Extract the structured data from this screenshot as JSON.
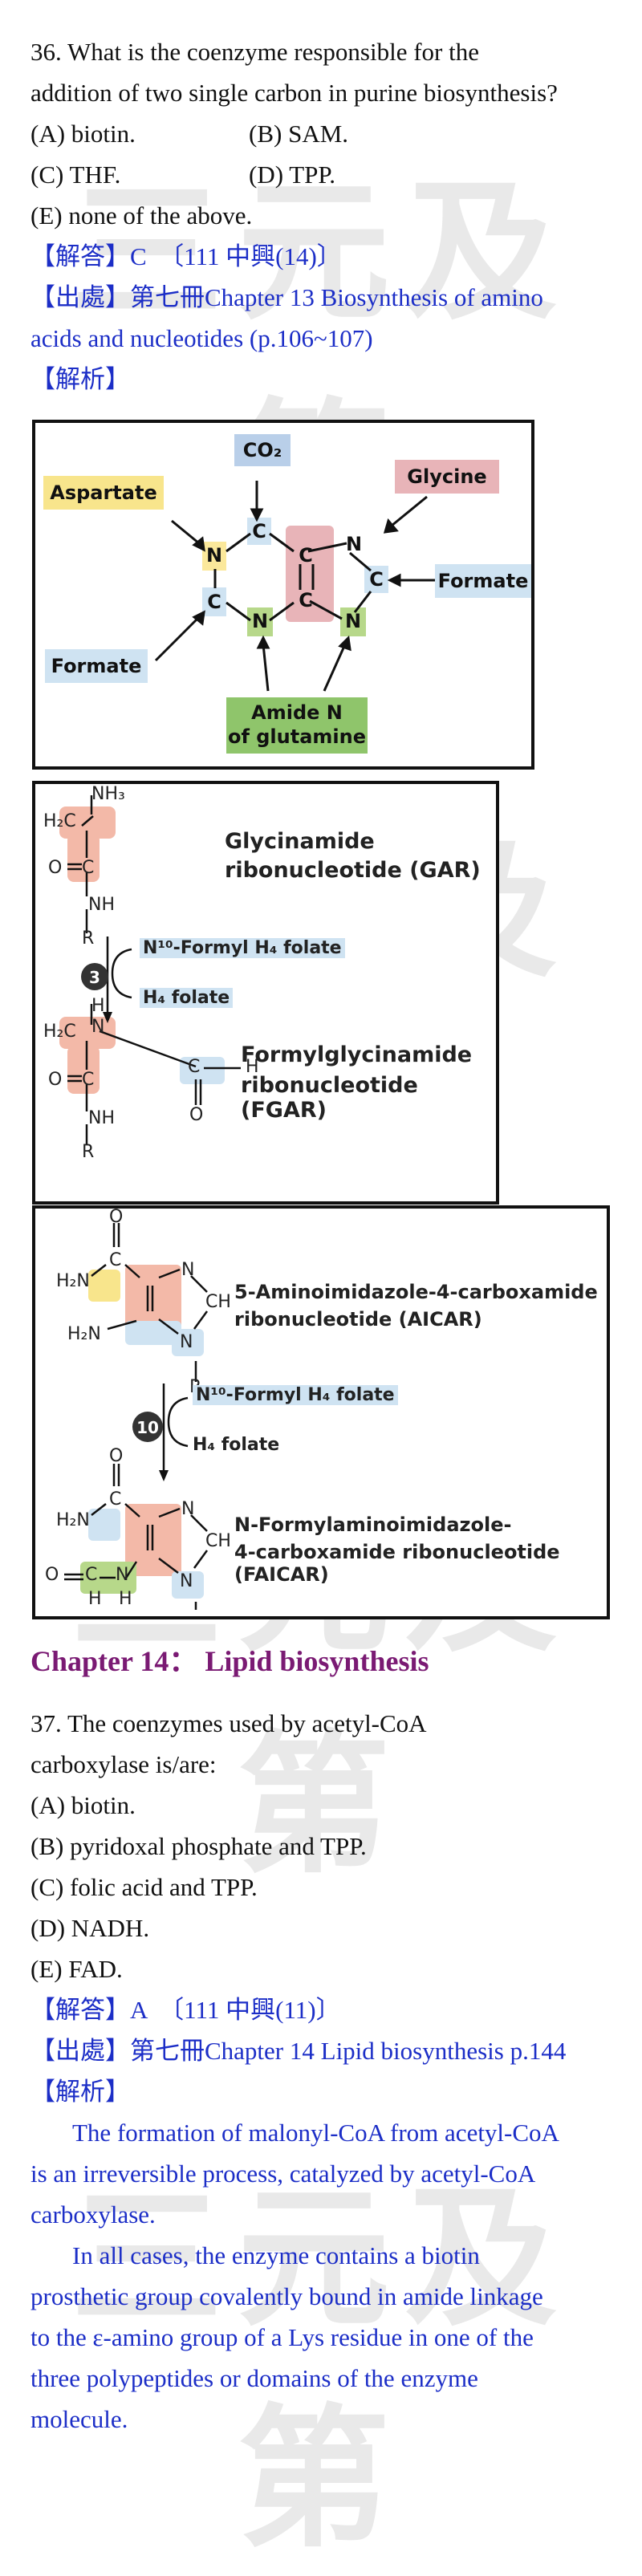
{
  "watermark": "三元及第",
  "q36": {
    "line1": "36. What is the coenzyme responsible for the",
    "line2": "addition of two single carbon in purine biosynthesis?",
    "opt_a": "(A) biotin.",
    "opt_b": "(B) SAM.",
    "opt_c": "(C) THF.",
    "opt_d": "(D) TPP.",
    "opt_e": "(E) none of the above.",
    "answer": "【解答】C　〔111 中興(14)〕",
    "source1": "【出處】第七冊Chapter 13 Biosynthesis of amino",
    "source2": "acids and nucleotides (p.106~107)",
    "analysis": "【解析】"
  },
  "fig1": {
    "co2": "CO₂",
    "aspartate": "Aspartate",
    "glycine": "Glycine",
    "formate_right": "Formate",
    "formate_left": "Formate",
    "amide1": "Amide N",
    "amide2": "of glutamine",
    "atom_n": "N",
    "atom_c": "C"
  },
  "fig2": {
    "gar1": "Glycinamide",
    "gar2": "ribonucleotide (GAR)",
    "step": "3",
    "cofactor_in": "N¹⁰-Formyl H₄ folate",
    "cofactor_out": "H₄ folate",
    "fgar1": "Formylglycinamide",
    "fgar2": "ribonucleotide (FGAR)"
  },
  "fig3": {
    "aicar1": "5-Aminoimidazole-4-carboxamide",
    "aicar2": "ribonucleotide (AICAR)",
    "step": "10",
    "cofactor_in": "N¹⁰-Formyl H₄ folate",
    "cofactor_out": "H₄ folate",
    "faicar1": "N-Formylaminoimidazole-",
    "faicar2": "4-carboxamide ribonucleotide (FAICAR)"
  },
  "chapter14": "Chapter 14：  Lipid biosynthesis",
  "q37": {
    "line1": "37.   The coenzymes used by acetyl-CoA",
    "line2": "carboxylase is/are:",
    "opt_a": "(A) biotin.",
    "opt_b": "(B) pyridoxal phosphate and TPP.",
    "opt_c": "(C) folic acid and TPP.",
    "opt_d": "(D) NADH.",
    "opt_e": "(E) FAD.",
    "answer": "【解答】A　〔111 中興(11)〕",
    "source": "【出處】第七冊Chapter 14 Lipid biosynthesis p.144",
    "analysis": "【解析】",
    "p1_1": "The formation of malonyl-CoA from acetyl-CoA",
    "p1_2": "is an irreversible process, catalyzed by acetyl-CoA",
    "p1_3": "carboxylase.",
    "p2_1": "In all cases, the enzyme contains a biotin",
    "p2_2": "prosthetic group covalently bound in amide linkage",
    "p2_3": "to the ε-amino group of a Lys residue in one of the",
    "p2_4": "three polypeptides or domains of the enzyme",
    "p2_5": "molecule."
  }
}
